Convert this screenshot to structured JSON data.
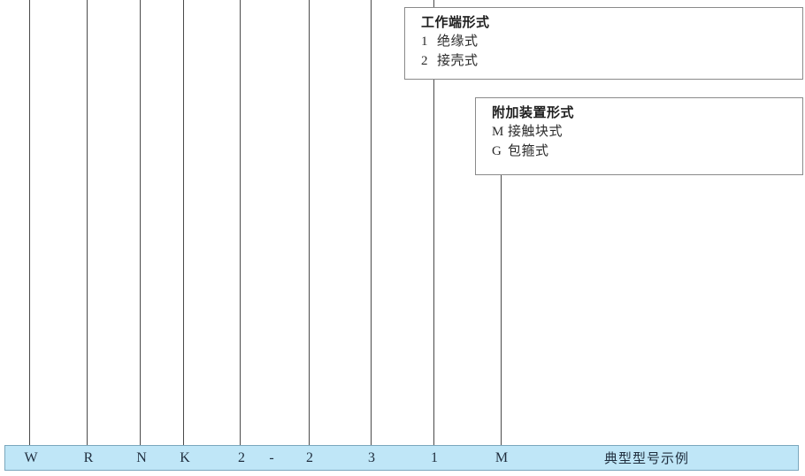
{
  "diagram": {
    "type": "model-designation-breakdown",
    "accent_color": "#bfe6f7",
    "line_color": "#4a4a4a",
    "box_border_color": "#8a8a8a"
  },
  "callouts": [
    {
      "title": "工作端形式",
      "options": [
        {
          "code": "1",
          "label": "绝缘式"
        },
        {
          "code": "2",
          "label": "接壳式"
        }
      ]
    },
    {
      "title": "附加装置形式",
      "options": [
        {
          "code": "M",
          "label": "接触块式"
        },
        {
          "code": "G",
          "label": "包箍式"
        }
      ]
    }
  ],
  "example_bar": {
    "caption": "典型型号示例",
    "cells": [
      {
        "value": "W"
      },
      {
        "value": "R"
      },
      {
        "value": "N"
      },
      {
        "value": "K"
      },
      {
        "value": "2"
      },
      {
        "value": "-"
      },
      {
        "value": "2"
      },
      {
        "value": "3"
      },
      {
        "value": "1"
      },
      {
        "value": "M"
      }
    ]
  }
}
